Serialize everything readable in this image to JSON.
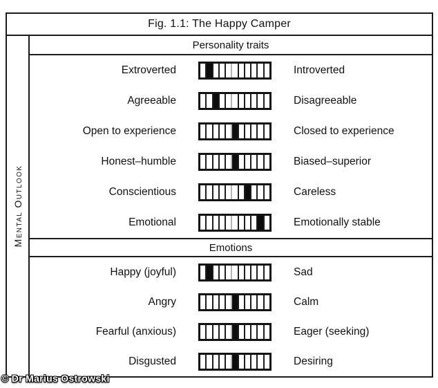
{
  "title": "Fig. 1.1: The Happy Camper",
  "sidebar_label": "Mental Outlook",
  "watermark": "© Dr Marius Ostrowski",
  "scale": {
    "cells": 11,
    "marker_color": "#0c0c0c",
    "midline_color": "#b5b5b5"
  },
  "sections": [
    {
      "header": "Personality traits",
      "rows": [
        {
          "left": "Extroverted",
          "right": "Introverted",
          "position": 2
        },
        {
          "left": "Agreeable",
          "right": "Disagreeable",
          "position": 3
        },
        {
          "left": "Open to experience",
          "right": "Closed to experience",
          "position": 6
        },
        {
          "left": "Honest–humble",
          "right": "Biased–superior",
          "position": 6
        },
        {
          "left": "Conscientious",
          "right": "Careless",
          "position": 8
        },
        {
          "left": "Emotional",
          "right": "Emotionally stable",
          "position": 10
        }
      ]
    },
    {
      "header": "Emotions",
      "rows": [
        {
          "left": "Happy (joyful)",
          "right": "Sad",
          "position": 2
        },
        {
          "left": "Angry",
          "right": "Calm",
          "position": 6
        },
        {
          "left": "Fearful (anxious)",
          "right": "Eager (seeking)",
          "position": 6
        },
        {
          "left": "Disgusted",
          "right": "Desiring",
          "position": 6
        }
      ]
    }
  ]
}
